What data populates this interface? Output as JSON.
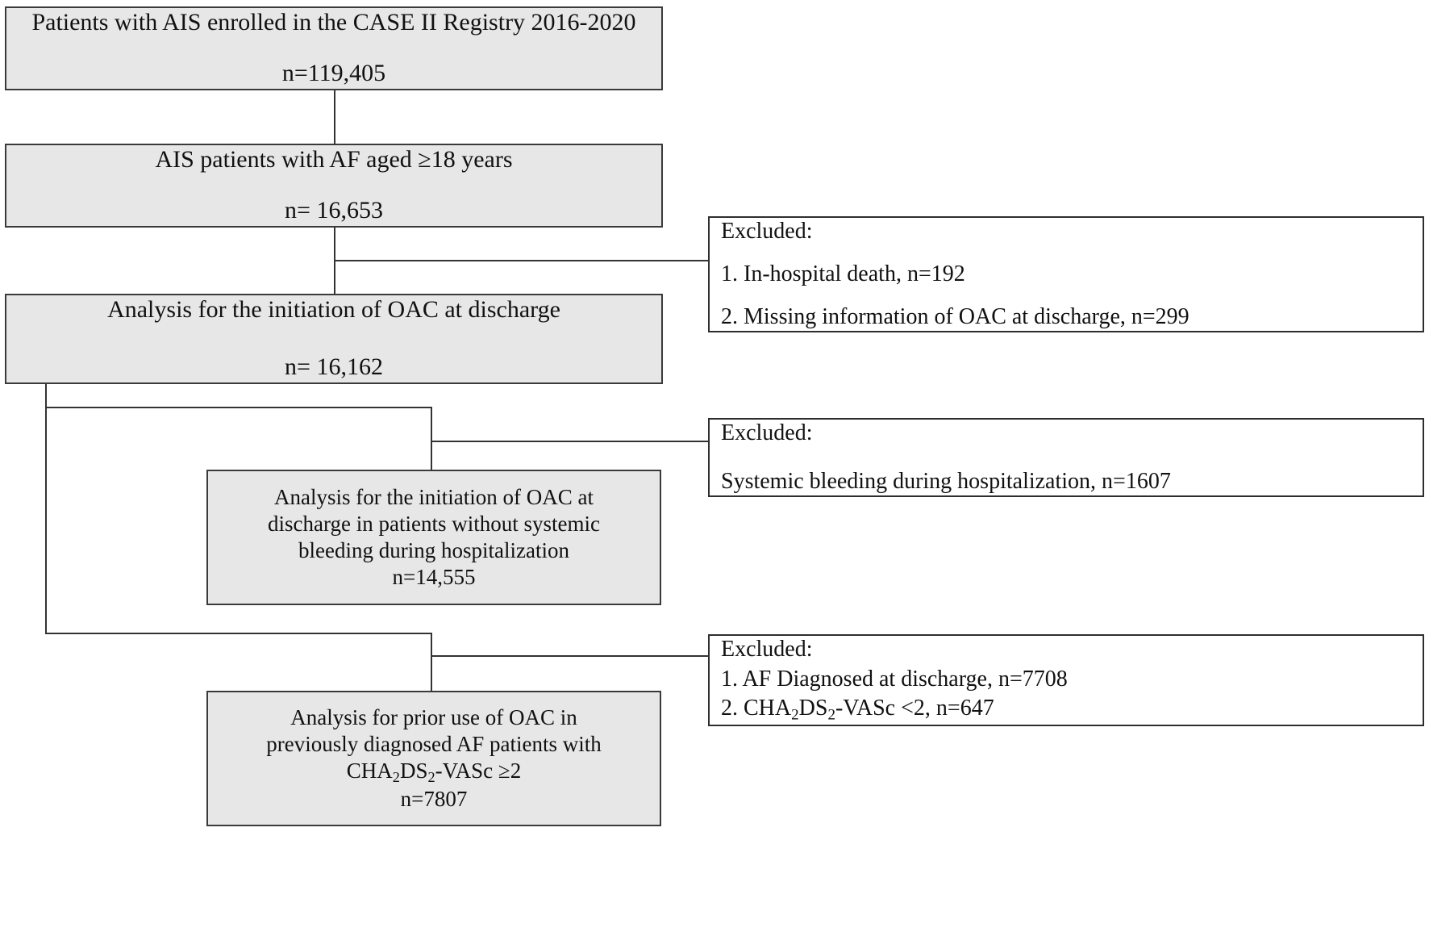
{
  "figure": {
    "type": "flowchart",
    "subject": "Patient selection flow diagram (CASE II Registry)",
    "colors": {
      "main_box_fill": "#e7e7e7",
      "main_box_border": "#3a3a3a",
      "exclusion_box_fill": "#ffffff",
      "exclusion_box_border": "#2e2e2e",
      "connector": "#333333",
      "text": "#111111",
      "background": "#ffffff"
    }
  },
  "nodes": {
    "enrolled": {
      "line1": "Patients with AIS enrolled in the CASE II Registry 2016-2020",
      "line2": "n=119,405"
    },
    "af_aged": {
      "line1": "AIS patients with AF aged ≥18 years",
      "line2": "n= 16,653"
    },
    "oac_discharge": {
      "line1": "Analysis for the initiation of OAC at discharge",
      "line2": "n= 16,162"
    },
    "oac_no_bleed": {
      "line1": "Analysis for the initiation of OAC at",
      "line2": "discharge in patients without systemic",
      "line3": "bleeding during hospitalization",
      "line4": "n=14,555"
    },
    "prior_oac": {
      "line1": "Analysis for prior use of OAC in",
      "line2": "previously diagnosed AF patients with",
      "line3_prefix": "CHA",
      "line3_sub1": "2",
      "line3_mid": "DS",
      "line3_sub2": "2",
      "line3_suffix": "-VASc  ≥2",
      "line3_plain": "CHA2DS2-VASc  ≥2",
      "line4": "n=7807"
    }
  },
  "exclusions": {
    "first": {
      "header": "Excluded:",
      "item1": "1. In-hospital death, n=192",
      "item2": "2. Missing information of OAC at discharge,  n=299"
    },
    "second": {
      "header": "Excluded:",
      "item1": "Systemic bleeding during hospitalization, n=1607"
    },
    "third": {
      "header": "Excluded:",
      "item1": "1. AF Diagnosed at discharge, n=7708",
      "item2_prefix": "2. CHA",
      "item2_sub1": "2",
      "item2_mid": "DS",
      "item2_sub2": "2",
      "item2_suffix": "-VASc <2, n=647",
      "item2_plain": "2. CHA2DS2-VASc <2, n=647"
    }
  }
}
